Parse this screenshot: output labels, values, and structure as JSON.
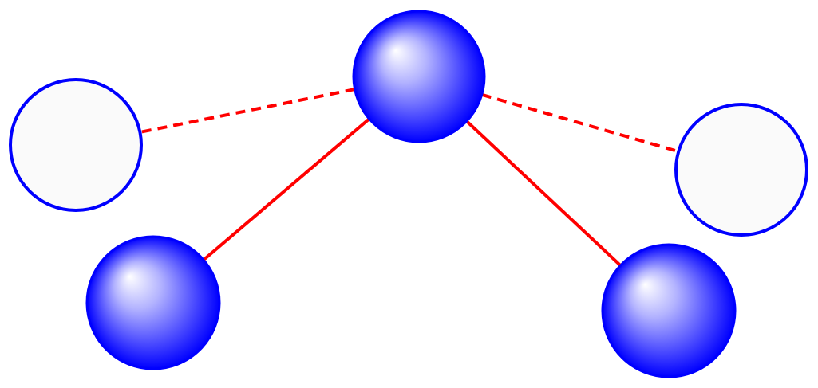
{
  "diagram": {
    "colors": {
      "background": "#ffffff",
      "node_outline": "#0000ff",
      "node_fill_filled_highlight": "#ffffff",
      "node_fill_filled_shadow": "#0000ff",
      "node_fill_hollow": "#fafafa",
      "edge": "#ff0000"
    },
    "nodes": [
      {
        "id": "top-center",
        "style": "filled"
      },
      {
        "id": "upper-left",
        "style": "hollow"
      },
      {
        "id": "upper-right",
        "style": "hollow"
      },
      {
        "id": "lower-left",
        "style": "filled"
      },
      {
        "id": "lower-right",
        "style": "filled"
      }
    ],
    "edges": [
      {
        "from": "top-center",
        "to": "upper-left",
        "style": "dashed"
      },
      {
        "from": "top-center",
        "to": "upper-right",
        "style": "dashed"
      },
      {
        "from": "top-center",
        "to": "lower-left",
        "style": "solid"
      },
      {
        "from": "top-center",
        "to": "lower-right",
        "style": "solid"
      }
    ]
  }
}
